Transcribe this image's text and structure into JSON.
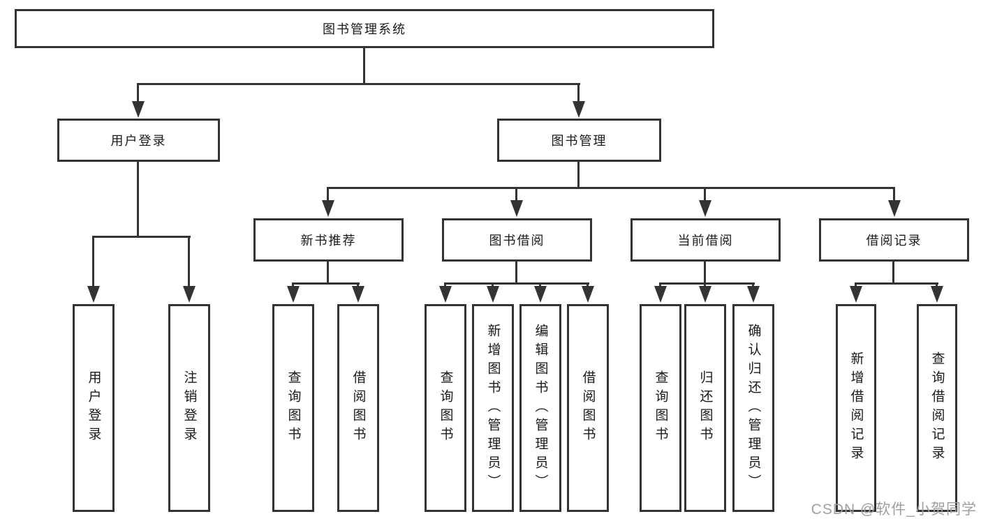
{
  "diagram_type": "hierarchy-tree",
  "colors": {
    "line": "#333333",
    "box_border": "#333333",
    "box_fill": "#ffffff",
    "text": "#1a1a1a",
    "watermark": "#9f9f9f",
    "background": "#ffffff"
  },
  "tree": {
    "label": "图书管理系统",
    "children": [
      {
        "label": "用户登录",
        "children": [
          {
            "label": "用户登录"
          },
          {
            "label": "注销登录"
          }
        ]
      },
      {
        "label": "图书管理",
        "children": [
          {
            "label": "新书推荐",
            "children": [
              {
                "label": "查询图书"
              },
              {
                "label": "借阅图书"
              }
            ]
          },
          {
            "label": "图书借阅",
            "children": [
              {
                "label": "查询图书"
              },
              {
                "label": "新增图书（管理员）"
              },
              {
                "label": "编辑图书（管理员）"
              },
              {
                "label": "借阅图书"
              }
            ]
          },
          {
            "label": "当前借阅",
            "children": [
              {
                "label": "查询图书"
              },
              {
                "label": "归还图书"
              },
              {
                "label": "确认归还（管理员）"
              }
            ]
          },
          {
            "label": "借阅记录",
            "children": [
              {
                "label": "新增借阅记录"
              },
              {
                "label": "查询借阅记录"
              }
            ]
          }
        ]
      }
    ]
  },
  "watermark": {
    "text": "CSDN @软件_小贺同学"
  }
}
